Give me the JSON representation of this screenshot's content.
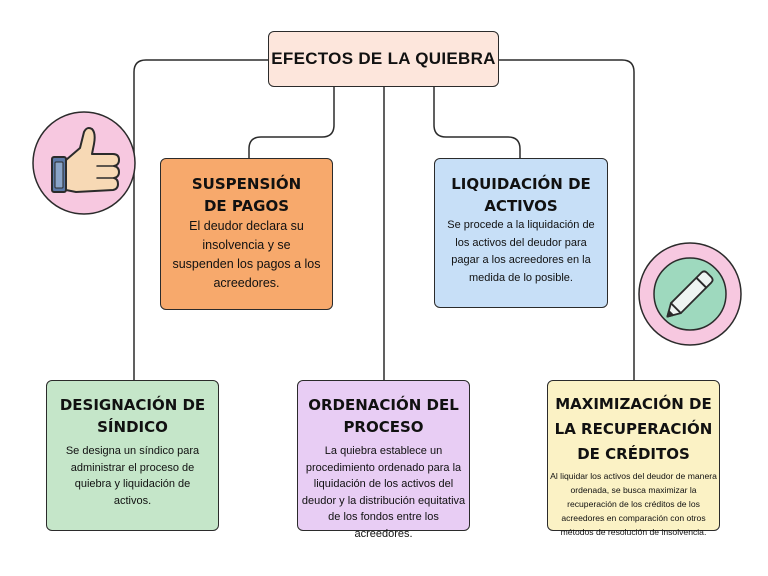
{
  "diagram": {
    "title": "EFECTOS DE LA QUIEBRA",
    "cards": {
      "suspension": {
        "title": "SUSPENSIÓN\nDE PAGOS",
        "text": "El deudor declara su\ninsolvencia y se\nsuspenden los pagos a los\nacreedores."
      },
      "liquidation": {
        "title": "LIQUIDACIÓN DE\nACTIVOS",
        "text": "Se procede a la liquidación de\nlos activos del deudor para\npagar a los acreedores en la\nmedida de lo posible."
      },
      "sindico": {
        "title": "DESIGNACIÓN DE\nSÍNDICO",
        "text": "Se designa un síndico para\nadministrar el proceso de\nquiebra y liquidación de\nactivos."
      },
      "ordenacion": {
        "title": "ORDENACIÓN DEL\nPROCESO",
        "text": "La quiebra establece un\nprocedimiento ordenado para la\nliquidación de los activos del\ndeudor y la distribución equitativa\nde los fondos entre los acreedores."
      },
      "maximizacion": {
        "title": "MAXIMIZACIÓN DE\nLA RECUPERACIÓN\nDE CRÉDITOS",
        "text": "Al liquidar los activos del deudor de manera\nordenada, se busca maximizar la\nrecuperación de los créditos de los\nacreedores en comparación con otros\nmétodos de resolución de insolvencia."
      }
    },
    "icons": {
      "thumbs_up": "thumbs-up-icon",
      "pencil": "pencil-icon"
    },
    "colors": {
      "title_fill": "#fde6dc",
      "suspension_fill": "#f7a96c",
      "liquidation_fill": "#c7dff7",
      "sindico_fill": "#c5e6c9",
      "ordenacion_fill": "#e8cdf4",
      "maximizacion_fill": "#fbf2c5",
      "thumbs_circle": "#f7c8e0",
      "pencil_circle_outer": "#f7c8e0",
      "pencil_circle_inner": "#9ed9be"
    }
  }
}
